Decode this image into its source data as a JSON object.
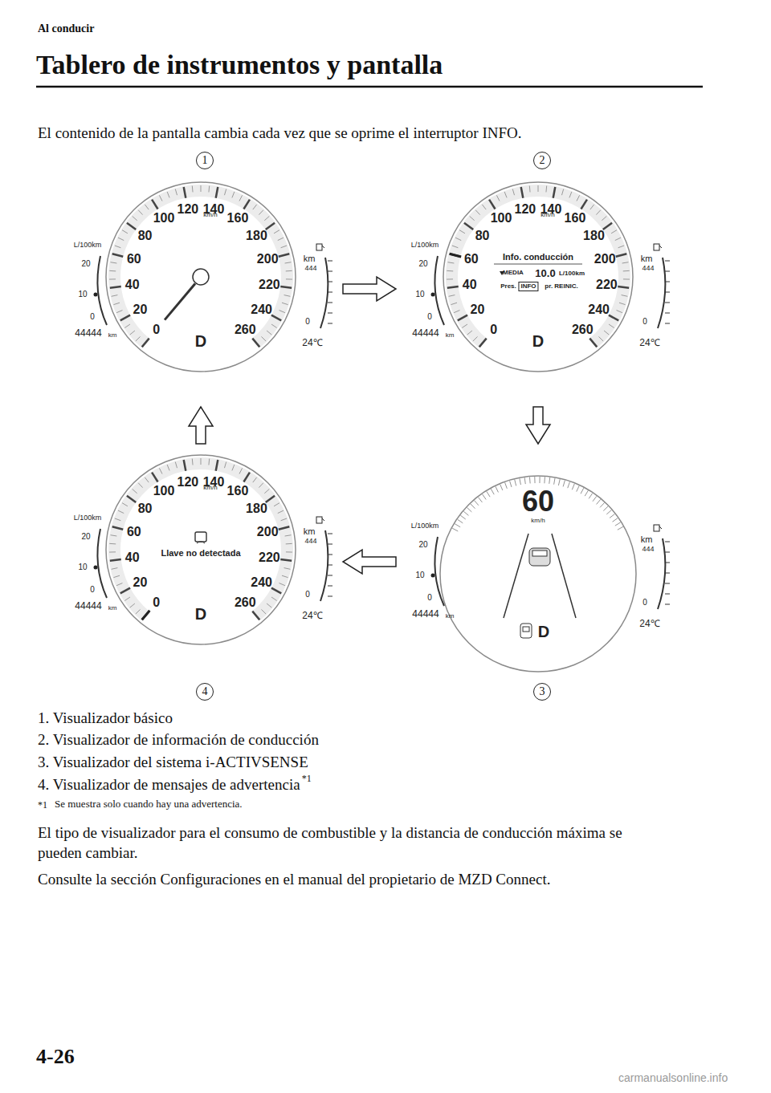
{
  "diagram": {
    "title": "Tablero de instrumentos y pantalla",
    "nodes": [
      {
        "text": [
          "1"
        ]
      },
      {
        "text": [
          "2"
        ]
      },
      {
        "text": [
          "0",
          "20",
          "40",
          "60",
          "80",
          "100",
          "120",
          "140",
          "160",
          "180",
          "200",
          "220",
          "240",
          "260",
          "km/h",
          "L/100km",
          "20",
          "10",
          "0",
          "km",
          "444",
          "0",
          "44444",
          "km",
          "D",
          "24℃"
        ]
      },
      {
        "text": [
          "0",
          "20",
          "40",
          "60",
          "80",
          "100",
          "120",
          "140",
          "160",
          "180",
          "200",
          "220",
          "240",
          "260",
          "km/h",
          "L/100km",
          "20",
          "10",
          "0",
          "km",
          "444",
          "0",
          "44444",
          "km",
          "D",
          "24℃",
          "Info. conducción",
          "MEDIA",
          "10.0",
          "L/100km",
          "Pres.",
          "INFO",
          "pr. REINIC."
        ]
      },
      {
        "text": [
          "0",
          "20",
          "40",
          "60",
          "80",
          "100",
          "120",
          "140",
          "160",
          "180",
          "200",
          "220",
          "240",
          "260",
          "km/h",
          "L/100km",
          "20",
          "10",
          "0",
          "km",
          "444",
          "0",
          "44444",
          "km",
          "D",
          "24℃",
          "Llave no detectada"
        ]
      },
      {
        "text": [
          "60",
          "km/h",
          "L/100km",
          "20",
          "10",
          "0",
          "km",
          "444",
          "0",
          "44444",
          "km",
          "D",
          "24℃"
        ]
      },
      {
        "text": [
          "4"
        ]
      },
      {
        "text": [
          "3"
        ]
      }
    ],
    "edges": [
      {
        "from": 2,
        "to": 3,
        "arrow": "to"
      },
      {
        "from": 3,
        "to": 5,
        "arrow": "to"
      },
      {
        "from": 5,
        "to": 4,
        "arrow": "to"
      },
      {
        "from": 4,
        "to": 2,
        "arrow": "to"
      }
    ],
    "labels": [
      "Al conducir",
      "El contenido de la pantalla cambia cada vez que se oprime el interruptor INFO.",
      "1. Visualizador básico",
      "2. Visualizador de información de conducción",
      "3. Visualizador del sistema i-ACTIVSENSE",
      "4. Visualizador de mensajes de advertencia",
      "*1",
      "*1",
      "Se muestra solo cuando hay una advertencia.",
      "El tipo de visualizador para el consumo de combustible y la distancia de conducción máxima se pueden cambiar.",
      "Consulte la sección Configuraciones en el manual del propietario de MZD Connect.",
      "4-26",
      "carmanualsonline.info"
    ]
  }
}
